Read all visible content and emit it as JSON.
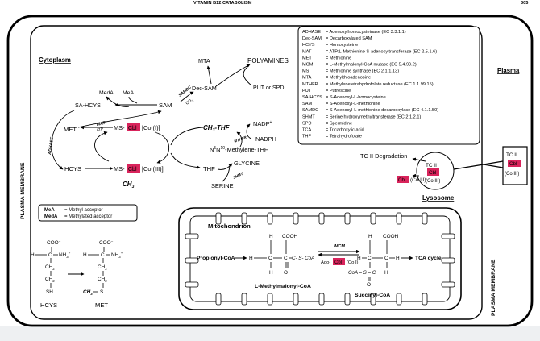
{
  "header": {
    "running_head": "VITAMIN B12 CATABOLISM",
    "page_number": "305"
  },
  "regions": {
    "cytoplasm": "Cytoplasm",
    "plasma": "Plasma",
    "plasma_membrane_left": "PLASMA MEMBRANE",
    "plasma_membrane_right": "PLASMA MEMBRANE",
    "lysosome": "Lysosome",
    "mitochondrion": "Mitochondrion"
  },
  "abbreviations": [
    {
      "abbr": "ADHASE",
      "def": "= Adenosylhomocysteinase (EC 3.3.1.1)"
    },
    {
      "abbr": "Dec-SAM",
      "def": "= Decarboxylated SAM"
    },
    {
      "abbr": "HCYS",
      "def": "= Homocysteine"
    },
    {
      "abbr": "MAT",
      "def": "= ATP:L-Methionine S-adenosyltransferase (EC 2.5.1.6)"
    },
    {
      "abbr": "MET",
      "def": "= Methionine"
    },
    {
      "abbr": "MCM",
      "def": "= L-Methylmalonyl-CoA mutase (EC 5.4.99.2)"
    },
    {
      "abbr": "MS",
      "def": "= Methionine synthase (EC 2.1.1.13)"
    },
    {
      "abbr": "MTA",
      "def": "= Methylthioadenosine"
    },
    {
      "abbr": "MTHFR",
      "def": "= Methylenetetrahydrofolate reductase (EC 1.1.99.15)"
    },
    {
      "abbr": "PUT",
      "def": "= Putrescine"
    },
    {
      "abbr": "SA-HCYS",
      "def": "= S-Adenosyl-L-homocysteine"
    },
    {
      "abbr": "SAM",
      "def": "= S-Adenosyl-L-methionine"
    },
    {
      "abbr": "SAMDC",
      "def": "= S-Adenosyl-L-methionine decarboxylase (EC 4.1.1.50)"
    },
    {
      "abbr": "SHMT",
      "def": "= Serine hydroxymethyltransferase (EC 2.1.2.1)"
    },
    {
      "abbr": "SPD",
      "def": "= Spermidine"
    },
    {
      "abbr": "TCA",
      "def": "= Tricarboxylic acid"
    },
    {
      "abbr": "THF",
      "def": "= Tetrahydrofolate"
    }
  ],
  "acceptor_legend": [
    {
      "abbr": "MeA",
      "def": "= Methyl acceptor"
    },
    {
      "abbr": "MedA",
      "def": "= Methylated acceptor"
    }
  ],
  "nodes": {
    "mta": "MTA",
    "polyamines": "POLYAMINES",
    "dec_sam": "Dec-SAM",
    "put_spd": "PUT or SPD",
    "meda": "MedA",
    "mea": "MeA",
    "sa_hcys": "SA-HCYS",
    "sam": "SAM",
    "met": "MET",
    "hcys": "HCYS",
    "ms_cbl_co1_pre": "MS-",
    "ms_cbl_co1_post": "[Co (I)]",
    "ms_cbl_co3_pre": "MS-",
    "ms_cbl_co3_post": "[Co (III)]",
    "ch3_below": "CH",
    "ch3_thf": "CH",
    "ch3_thf_suffix": "-THF",
    "nadp": "NADP",
    "nadph": "NADPH",
    "methylene_thf": "-Methylene-THF",
    "thf": "THF",
    "glycine": "GLYCINE",
    "serine": "SERINE",
    "tc2_degradation": "TC II Degradation",
    "tc2_small": "TC II",
    "co3_small": "(Co III)",
    "cbl_lys_post": "(Co  III)",
    "tc2_plasma": "TC II",
    "co3_plasma": "(Co III)",
    "propionyl_coa": "Propionyl-CoA",
    "l_methylmalonyl": "L-Methylmalonyl-CoA",
    "succinyl": "Succinyl-CoA",
    "tca_cycle": "TCA cycle",
    "ado_cbl_pre": "Ado-",
    "ado_cbl_post": "(Co I)",
    "hcys_struct": "HCYS",
    "met_struct": "MET"
  },
  "enzymes": {
    "samdc": "SAMDC",
    "co2": "CO",
    "mat": "MAT",
    "atp": "ATP",
    "adhase": "ADHASE",
    "mthfr": "MTHFR",
    "shmt": "SHMT",
    "mcm": "MCM"
  },
  "cbl": "Cbl",
  "structure_text": {
    "cooh": "COOH",
    "coo": "COO",
    "h": "H",
    "c": "C",
    "ch2": "CH",
    "sh": "SH",
    "nh3": "NH",
    "s_coa": "C- S- CoA",
    "coa_s_c": "CoA – S – C",
    "o": "O",
    "ch3": "CH",
    "s": "S",
    "sub3": "3",
    "sub2": "2",
    "sup_plus": "+",
    "sup_minus": "−",
    "n5": "N",
    "n10": "N",
    "sup5": "5",
    "sup10": "10"
  },
  "colors": {
    "cbl_fill": "#d9245c",
    "cbl_text": "#ffffff"
  }
}
